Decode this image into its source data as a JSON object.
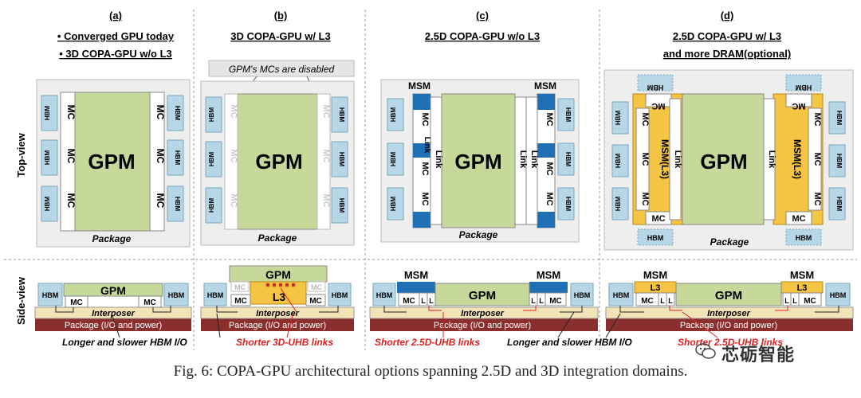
{
  "panels": {
    "a": {
      "label": "(a)",
      "line1": "• Converged GPU today",
      "line2": "• 3D COPA-GPU w/o L3"
    },
    "b": {
      "label": "(b)",
      "line1": "3D COPA-GPU w/ L3",
      "note": "GPM's MCs are disabled"
    },
    "c": {
      "label": "(c)",
      "line1": "2.5D COPA-GPU w/o L3"
    },
    "d": {
      "label": "(d)",
      "line1": "2.5D COPA-GPU  w/ L3",
      "line2": "and more DRAM(optional)"
    }
  },
  "row_labels": {
    "top": "Top-view",
    "side": "Side-view"
  },
  "labels": {
    "gpm": "GPM",
    "hbm": "HBM",
    "mc": "MC",
    "msm": "MSM",
    "msm_l3": "MSM(L3)",
    "link": "Link",
    "l": "L",
    "l3": "L3",
    "package": "Package",
    "interposer": "Interposer",
    "package_io": "Package (I/O and  power)"
  },
  "annotations": {
    "hbm_io_a": "Longer and slower HBM I/O",
    "uhb_3d": "Shorter 3D-UHB links",
    "uhb_25d": "Shorter 2.5D-UHB links",
    "hbm_io_c": "Longer and slower HBM I/O",
    "uhb_25d_d": "Shorter 2.5D-UHB links"
  },
  "caption": "Fig. 6: COPA-GPU architectural options spanning 2.5D and 3D integration domains.",
  "watermark": "芯砺智能",
  "colors": {
    "gpm": "#c6d89a",
    "hbm": "#b8d7e6",
    "msm_blue": "#1f6fb5",
    "l3": "#f5c442",
    "package_bg": "#eeeeee",
    "interposer": "#f3e4b8",
    "package_bar": "#8b2e2e",
    "red_text": "#e02020"
  }
}
